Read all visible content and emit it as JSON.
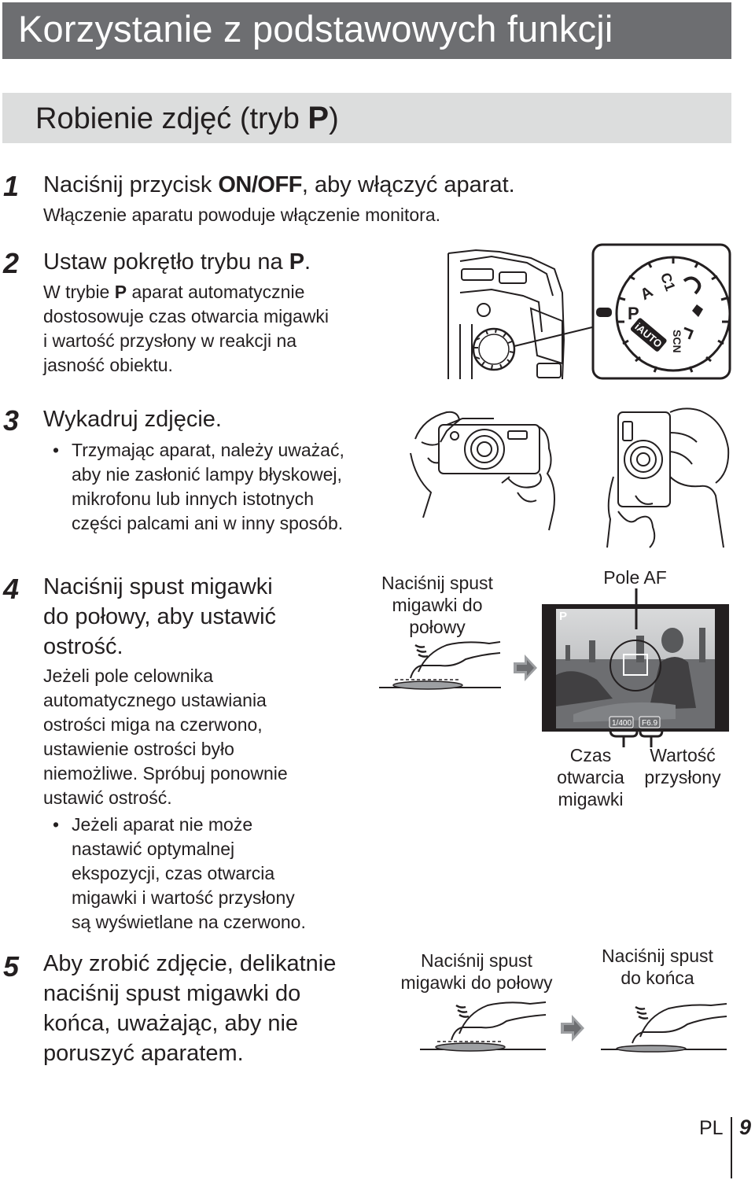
{
  "header": {
    "title": "Korzystanie z podstawowych funkcji",
    "subtitle_text": "Robienie zdjęć (tryb ",
    "subtitle_mode": "P",
    "subtitle_end": ")"
  },
  "steps": [
    {
      "number": "1",
      "head_pre": "Naciśnij przycisk ",
      "head_button": "ON/OFF",
      "head_post": ", aby włączyć aparat.",
      "body": "Włączenie aparatu powoduje włączenie monitora."
    },
    {
      "number": "2",
      "head_pre": "Ustaw pokrętło trybu na ",
      "head_mode": "P",
      "head_post": ".",
      "body_l1_pre": "W trybie ",
      "body_l1_mode": "P",
      "body_l1_post": " aparat automatycznie",
      "body_l2": "dostosowuje czas otwarcia migawki",
      "body_l3": "i wartość przysłony w reakcji na",
      "body_l4": "jasność obiektu."
    },
    {
      "number": "3",
      "head": "Wykadruj zdjęcie.",
      "bullet_l1": "Trzymając aparat, należy uważać,",
      "bullet_l2": "aby nie zasłonić lampy błyskowej,",
      "bullet_l3": "mikrofonu lub innych istotnych",
      "bullet_l4": "części palcami ani w inny sposób."
    },
    {
      "number": "4",
      "head_l1": "Naciśnij spust migawki",
      "head_l2": "do połowy, aby ustawić",
      "head_l3": "ostrość.",
      "body_l1": "Jeżeli pole celownika",
      "body_l2": "automatycznego ustawiania",
      "body_l3": "ostrości miga na czerwono,",
      "body_l4": "ustawienie ostrości było",
      "body_l5": "niemożliwe. Spróbuj ponownie",
      "body_l6": "ustawić ostrość.",
      "bullet_l1": "Jeżeli aparat nie może",
      "bullet_l2": "nastawić optymalnej",
      "bullet_l3": "ekspozycji, czas otwarcia",
      "bullet_l4": "migawki i wartość przysłony",
      "bullet_l5": "są wyświetlane na czerwono."
    },
    {
      "number": "5",
      "head_l1": "Aby zrobić zdjęcie, delikatnie",
      "head_l2": "naciśnij spust migawki do",
      "head_l3": "końca, uważając, aby nie",
      "head_l4": "poruszyć aparatem."
    }
  ],
  "bullet_char": "•",
  "figures": {
    "dial_labels": {
      "p": "P",
      "a": "A",
      "c1": "C1",
      "iauto": "iAUTO",
      "scn": "SCN"
    },
    "half_press_4_l1": "Naciśnij spust",
    "half_press_4_l2": "migawki do",
    "half_press_4_l3": "połowy",
    "af_field_label": "Pole AF",
    "screen_mode": "P",
    "shutter_readout": "1/400",
    "aperture_readout": "F6.9",
    "shutter_label_l1": "Czas",
    "shutter_label_l2": "otwarcia",
    "shutter_label_l3": "migawki",
    "aperture_label_l1": "Wartość",
    "aperture_label_l2": "przysłony",
    "half_press_5_l1": "Naciśnij spust",
    "half_press_5_l2": "migawki do połowy",
    "full_press_5_l1": "Naciśnij spust",
    "full_press_5_l2": "do końca"
  },
  "footer": {
    "lang": "PL",
    "page": "9"
  }
}
